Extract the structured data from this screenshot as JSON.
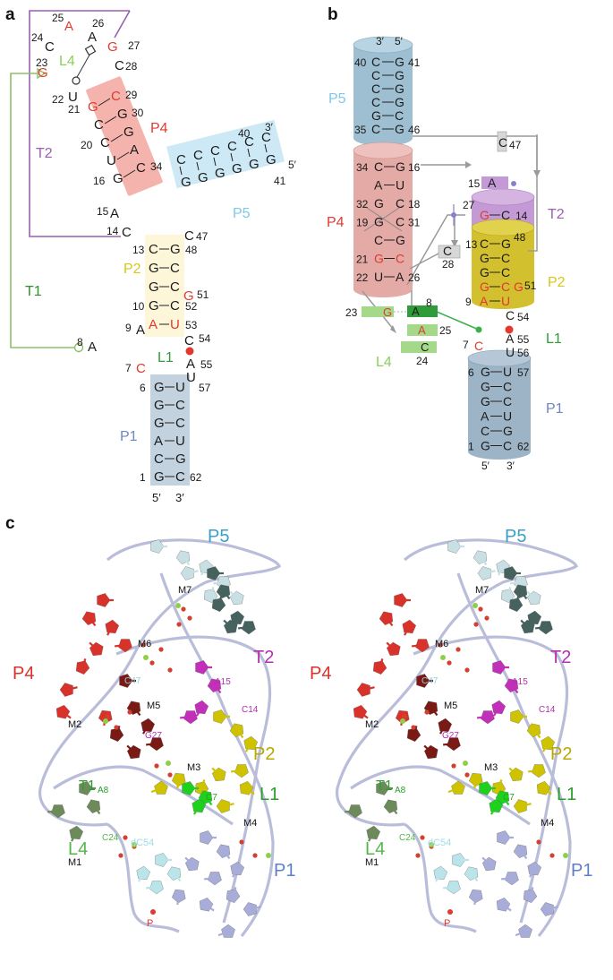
{
  "panels": {
    "a": "a",
    "b": "b",
    "c": "c"
  },
  "colors": {
    "P1": "#6f86c2",
    "P2": "#d8c81a",
    "P4": "#e03a2f",
    "P5": "#7fc8e8",
    "T1": "#2f8f2f",
    "T2": "#9a5fb0",
    "L1": "#2f9b3a",
    "L4": "#8ccf5a",
    "red": "#e03a2f",
    "black": "#1a1a1a",
    "p1Box": "#c2d2de",
    "p2Box": "#fdf6d8",
    "p4Box": "#f4b3ac",
    "p5Box": "#cde9f6",
    "p5Cyl": "#9ebfd1",
    "p4Cyl": "#e3aaa6",
    "p2Cyl": "#d2c02e",
    "t2Cyl": "#c49ad6",
    "p1Cyl": "#9db4c7",
    "t1Line": "#8cc06a",
    "t2Line": "#9a5fb0",
    "grayLine": "#999999",
    "purpleDot": "#8a80c8",
    "cP5": "#3aa0c8",
    "cP4": "#d9322a",
    "cT2": "#b42fb0",
    "cP2": "#b8a800",
    "cL1": "#2aa02a",
    "cL4": "#52b84a",
    "cP1": "#5f7fc4",
    "backbone": "#b9bdd9",
    "metal": "#1a1a1a"
  },
  "panelA": {
    "labels": {
      "P1": "P1",
      "P2": "P2",
      "P4": "P4",
      "P5": "P5",
      "L1": "L1",
      "L4": "L4",
      "T1": "T1",
      "T2": "T2"
    },
    "loopTop": [
      {
        "t": "A",
        "n": "25",
        "red": true
      },
      {
        "t": "A",
        "n": "26",
        "red": false
      },
      {
        "t": "C",
        "n": "24",
        "red": false
      },
      {
        "t": "G",
        "n": "27",
        "red": true
      },
      {
        "t": "G",
        "n": "23",
        "red": true
      },
      {
        "t": "C",
        "n": "28",
        "red": false
      },
      {
        "t": "U",
        "n": "22",
        "red": false
      }
    ],
    "p4": [
      {
        "l": "G",
        "r": "C",
        "ln": "21",
        "rn": "29",
        "lred": true,
        "rred": true
      },
      {
        "l": "C",
        "r": "G",
        "ln": "",
        "rn": "30",
        "lred": false,
        "rred": false
      },
      {
        "l": "C",
        "r": "G",
        "ln": "20",
        "rn": "",
        "lred": false,
        "rred": false
      },
      {
        "l": "U",
        "r": "A",
        "ln": "",
        "rn": "",
        "lred": false,
        "rred": false
      },
      {
        "l": "G",
        "r": "C",
        "ln": "16",
        "rn": "34",
        "lred": false,
        "rred": false
      }
    ],
    "p5": [
      {
        "t": "C",
        "b": "G"
      },
      {
        "t": "C",
        "b": "G"
      },
      {
        "t": "C",
        "b": "G"
      },
      {
        "t": "C",
        "b": "G"
      },
      {
        "t": "C",
        "b": "G"
      },
      {
        "t": "C",
        "b": "G"
      }
    ],
    "p5nums": {
      "a": "40",
      "b": "41",
      "c": "3′",
      "d": "5′"
    },
    "mid": [
      {
        "t": "A",
        "n": "15"
      },
      {
        "t": "C",
        "n": "14"
      },
      {
        "t": "C",
        "n": "47"
      }
    ],
    "p2": [
      {
        "l": "C",
        "r": "G",
        "ln": "13",
        "rn": "48",
        "lred": false,
        "rred": false
      },
      {
        "l": "G",
        "r": "C",
        "ln": "",
        "rn": "",
        "lred": false,
        "rred": false
      },
      {
        "l": "G",
        "r": "C",
        "ln": "",
        "rn": "",
        "lred": false,
        "rred": false
      },
      {
        "l": "G",
        "r": "C",
        "ln": "10",
        "rn": "52",
        "lred": false,
        "rred": false
      },
      {
        "l": "A",
        "r": "U",
        "ln": "",
        "rn": "53",
        "lred": true,
        "rred": true
      }
    ],
    "p2extra": {
      "g51": "G",
      "n51": "51"
    },
    "lower": [
      {
        "t": "A",
        "n": "9"
      },
      {
        "t": "A",
        "n": "8"
      },
      {
        "t": "C",
        "n": "7"
      },
      {
        "t": "C",
        "n": "54"
      },
      {
        "t": "A",
        "n": "55"
      },
      {
        "t": "U",
        "n": "57"
      }
    ],
    "p1": [
      {
        "l": "G",
        "r": "U",
        "ln": "6",
        "rn": ""
      },
      {
        "l": "G",
        "r": "C",
        "ln": "",
        "rn": ""
      },
      {
        "l": "G",
        "r": "C",
        "ln": "",
        "rn": ""
      },
      {
        "l": "A",
        "r": "U",
        "ln": "",
        "rn": ""
      },
      {
        "l": "C",
        "r": "G",
        "ln": "",
        "rn": ""
      },
      {
        "l": "G",
        "r": "C",
        "ln": "1",
        "rn": "62"
      }
    ],
    "ends": {
      "five": "5′",
      "three": "3′"
    }
  },
  "panelB": {
    "labels": {
      "P5": "P5",
      "P4": "P4",
      "P2": "P2",
      "T2": "T2",
      "L1": "L1",
      "L4": "L4",
      "P1": "P1"
    },
    "p5": [
      {
        "l": "C",
        "r": "G",
        "ln": "40",
        "rn": "41"
      },
      {
        "l": "C",
        "r": "G",
        "ln": "",
        "rn": ""
      },
      {
        "l": "C",
        "r": "G",
        "ln": "",
        "rn": ""
      },
      {
        "l": "C",
        "r": "G",
        "ln": "",
        "rn": ""
      },
      {
        "l": "G",
        "r": "C",
        "ln": "",
        "rn": ""
      },
      {
        "l": "C",
        "r": "G",
        "ln": "35",
        "rn": "46"
      }
    ],
    "p5ends": {
      "three": "3′",
      "five": "5′"
    },
    "p4": [
      {
        "l": "C",
        "r": "G",
        "ln": "34",
        "rn": "16",
        "lred": false,
        "rred": false
      },
      {
        "l": "A",
        "r": "U",
        "ln": "",
        "rn": "",
        "lred": false,
        "rred": false
      },
      {
        "l": "G",
        "r": "C",
        "ln": "32",
        "rn": "18",
        "lred": false,
        "rred": false
      },
      {
        "l": "G",
        "r": "C",
        "ln": "19",
        "rn": "31",
        "lred": false,
        "rred": false
      },
      {
        "l": "C",
        "r": "G",
        "ln": "",
        "rn": "",
        "lred": false,
        "rred": false
      },
      {
        "l": "G",
        "r": "C",
        "ln": "21",
        "rn": "",
        "lred": true,
        "rred": true
      },
      {
        "l": "U",
        "r": "A",
        "ln": "22",
        "rn": "26",
        "lred": false,
        "rred": false
      }
    ],
    "c47": {
      "t": "C",
      "n": "47"
    },
    "a15": {
      "t": "A",
      "n": "15"
    },
    "t2": {
      "l": "G",
      "r": "C",
      "ln": "27",
      "rn": "14"
    },
    "c28": {
      "t": "C",
      "n": "28"
    },
    "p2": [
      {
        "l": "C",
        "r": "G",
        "ln": "13",
        "rn": "48",
        "lred": false,
        "rred": false
      },
      {
        "l": "G",
        "r": "C",
        "ln": "",
        "rn": "",
        "lred": false,
        "rred": false
      },
      {
        "l": "G",
        "r": "C",
        "ln": "",
        "rn": "",
        "lred": false,
        "rred": false
      },
      {
        "l": "G",
        "r": "C",
        "ln": "",
        "rn": "",
        "lred": true,
        "rred": true
      },
      {
        "l": "A",
        "r": "U",
        "ln": "9",
        "rn": "",
        "lred": true,
        "rred": true
      }
    ],
    "p2n51": {
      "t": "G",
      "n": "51"
    },
    "l4": [
      {
        "t": "G",
        "n": "23"
      },
      {
        "t": "A",
        "n": "8"
      },
      {
        "t": "A",
        "n": "25"
      },
      {
        "t": "C",
        "n": "24"
      }
    ],
    "l1": [
      {
        "t": "C",
        "n": "54"
      },
      {
        "t": "A",
        "n": "55"
      },
      {
        "t": "U",
        "n": "56"
      },
      {
        "t": "C",
        "n": "7"
      }
    ],
    "p1": [
      {
        "l": "G",
        "r": "U",
        "ln": "6",
        "rn": "57"
      },
      {
        "l": "G",
        "r": "C",
        "ln": "",
        "rn": ""
      },
      {
        "l": "G",
        "r": "C",
        "ln": "",
        "rn": ""
      },
      {
        "l": "A",
        "r": "U",
        "ln": "",
        "rn": ""
      },
      {
        "l": "C",
        "r": "G",
        "ln": "",
        "rn": ""
      },
      {
        "l": "G",
        "r": "C",
        "ln": "1",
        "rn": "62"
      }
    ],
    "p1ends": {
      "five": "5′",
      "three": "3′"
    }
  },
  "panelC": {
    "labels": {
      "P5": "P5",
      "P4": "P4",
      "T2": "T2",
      "P2": "P2",
      "L1": "L1",
      "T1": "T1",
      "L4": "L4",
      "P1": "P1",
      "M1": "M1",
      "M2": "M2",
      "M3": "M3",
      "M4": "M4",
      "M5": "M5",
      "M6": "M6",
      "M7": "M7",
      "A15": "A15",
      "C14": "C14",
      "C47": "C47",
      "G27": "G27",
      "A8": "A8",
      "C7": "C7",
      "C24": "C24",
      "dC54": "dC54",
      "P": "P"
    }
  }
}
